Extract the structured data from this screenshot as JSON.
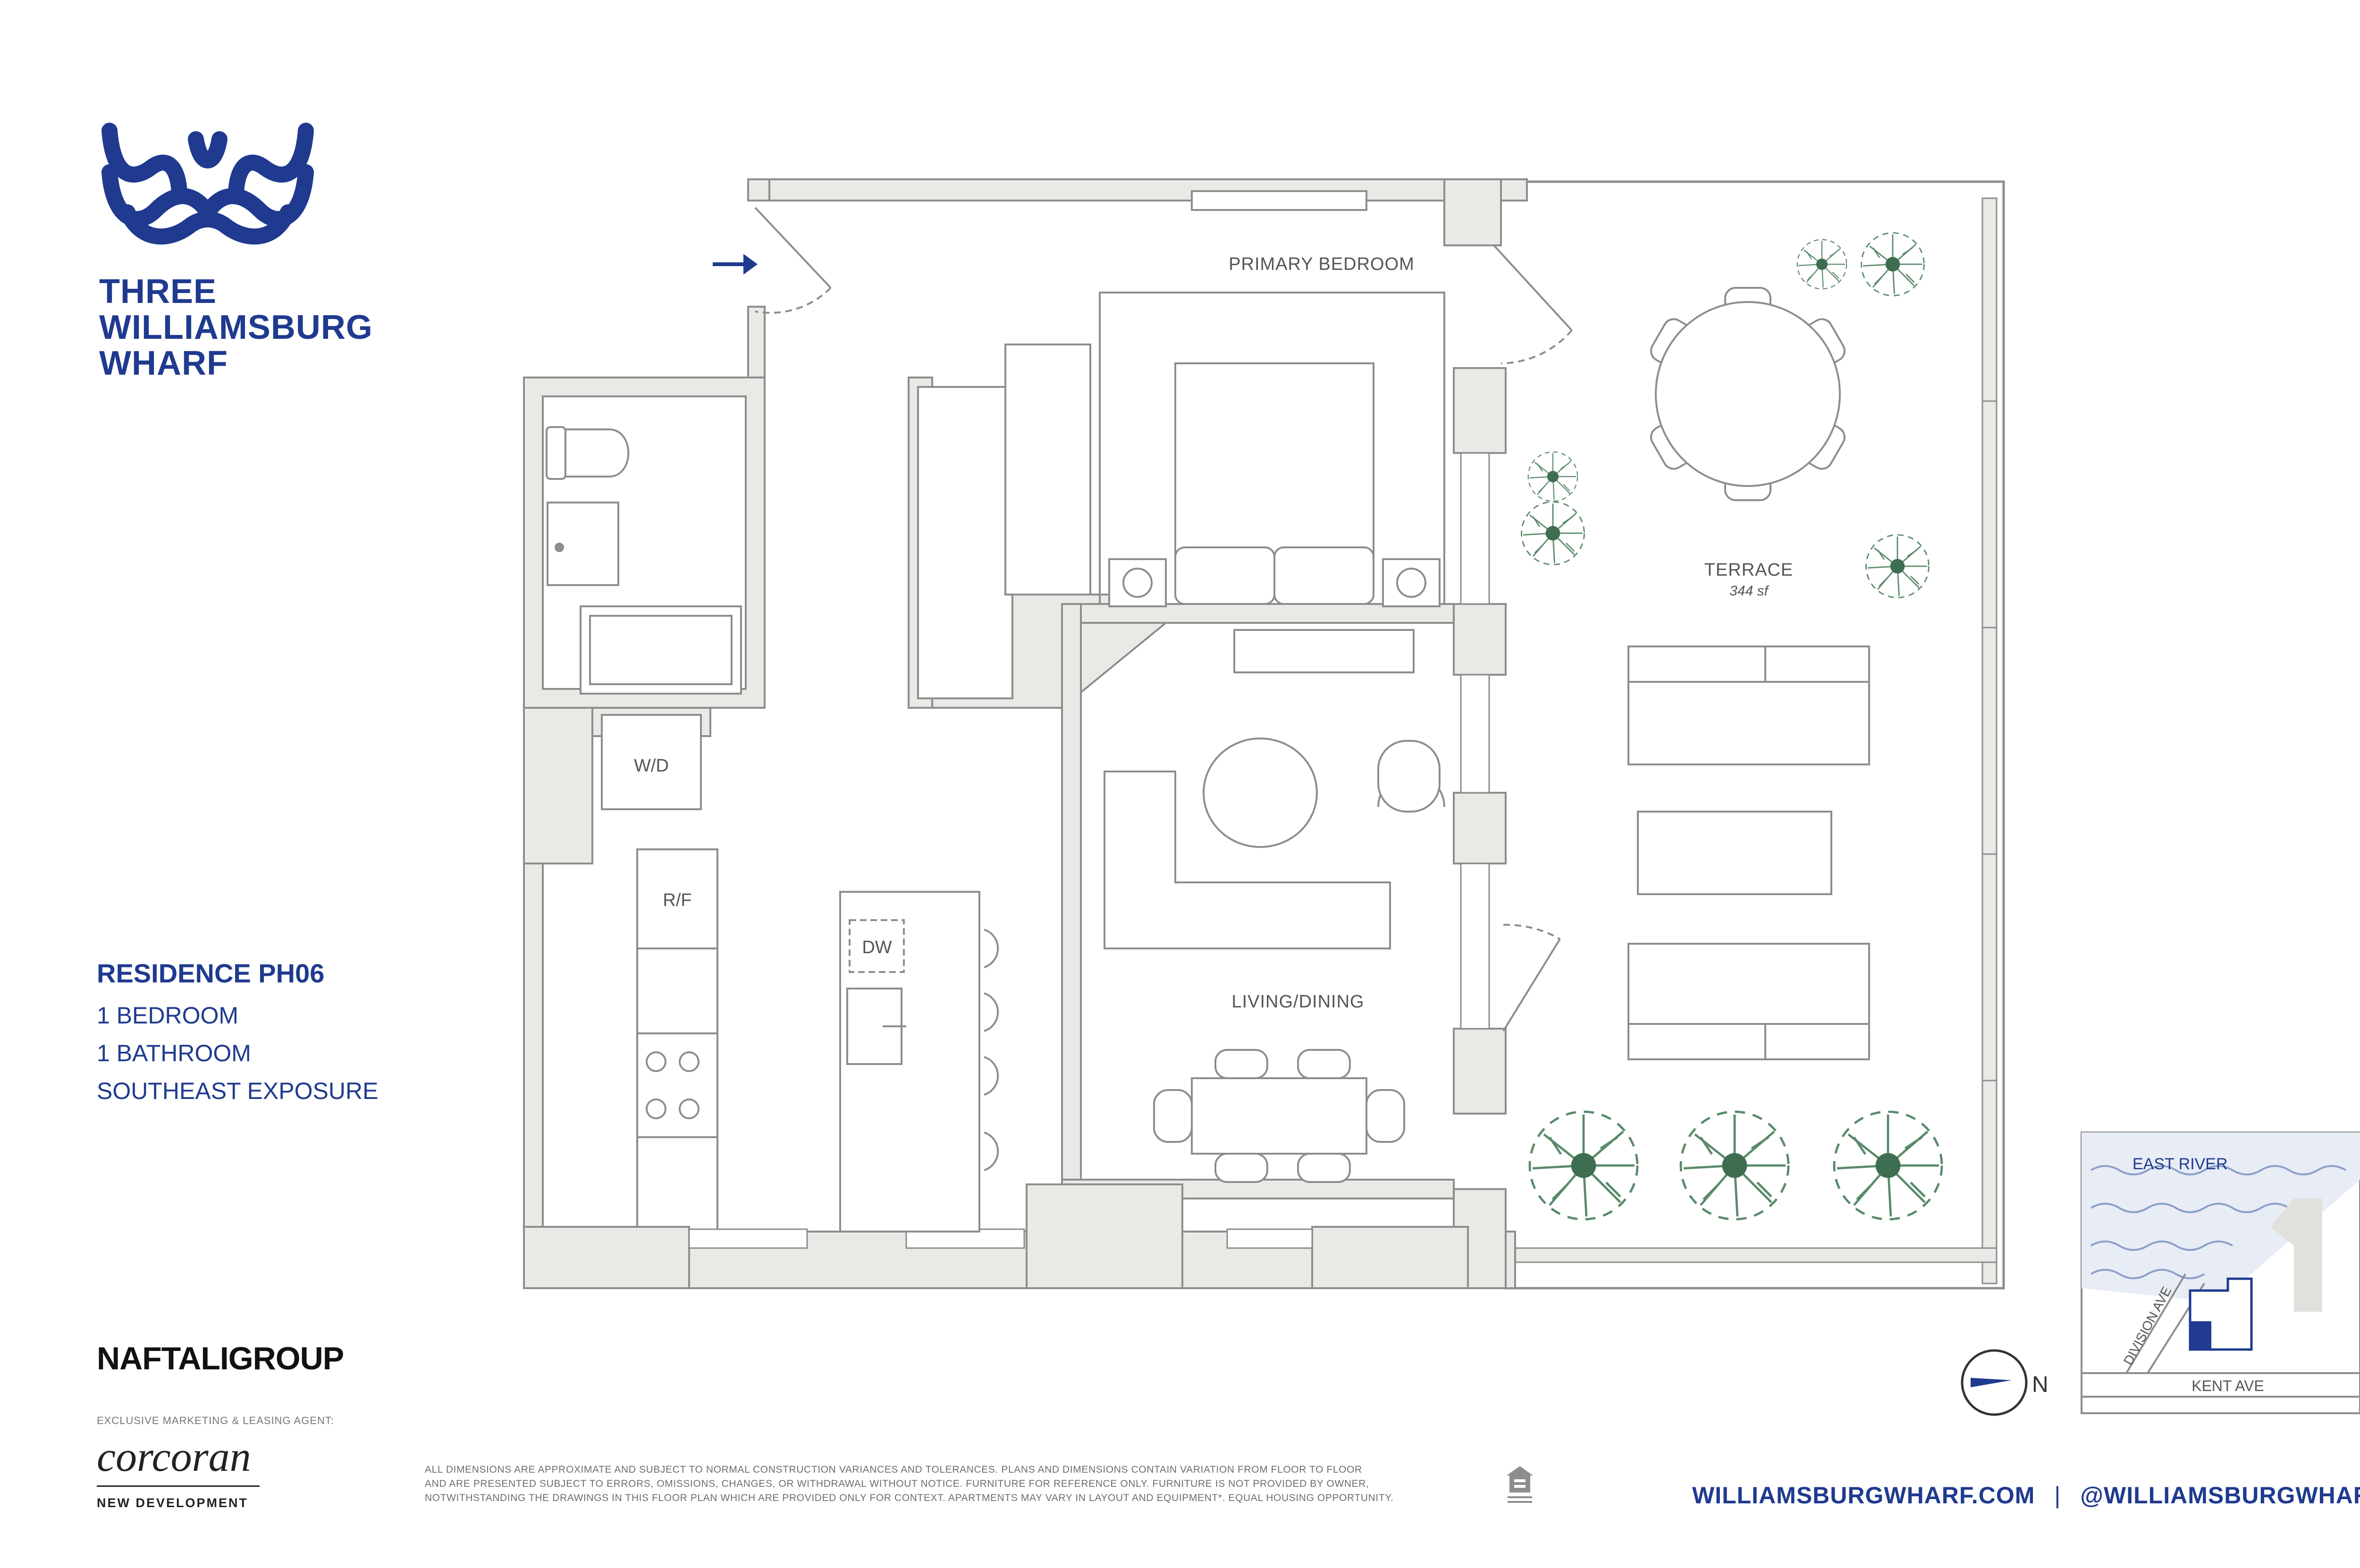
{
  "colors": {
    "brand_navy": "#1f3a8f",
    "wall_fill": "#ebe9e6",
    "line": "#8d8d8d",
    "tree_green": "#5a8a6a"
  },
  "brand": {
    "lines": [
      "THREE",
      "WILLIAMSBURG",
      "WHARF"
    ],
    "logo_icon": "wave-w-logo-icon"
  },
  "residence": {
    "title": "RESIDENCE PH06",
    "details": [
      "1 BEDROOM",
      "1 BATHROOM",
      "SOUTHEAST EXPOSURE"
    ]
  },
  "plan": {
    "rooms": {
      "primary_bedroom": "PRIMARY BEDROOM",
      "terrace": "TERRACE",
      "terrace_area": "344 sf",
      "living_dining": "LIVING/DINING",
      "washer_dryer": "W/D",
      "refrigerator": "R/F",
      "dishwasher": "DW"
    }
  },
  "compass": {
    "label": "N",
    "icon": "north-compass-icon"
  },
  "keymap": {
    "river": "EAST RIVER",
    "street_1": "DIVISION AVE",
    "street_2": "KENT AVE"
  },
  "developer": {
    "logo": "NAFTALIGROUP"
  },
  "agent": {
    "caption": "EXCLUSIVE MARKETING & LEASING AGENT:",
    "name": "corcoran",
    "division": "NEW DEVELOPMENT"
  },
  "disclaimer": {
    "lines": [
      "ALL DIMENSIONS ARE APPROXIMATE AND SUBJECT TO NORMAL CONSTRUCTION VARIANCES AND TOLERANCES. PLANS AND DIMENSIONS CONTAIN VARIATION FROM FLOOR TO FLOOR",
      "AND ARE PRESENTED SUBJECT TO ERRORS, OMISSIONS, CHANGES, OR WITHDRAWAL WITHOUT NOTICE. FURNITURE FOR REFERENCE ONLY. FURNITURE IS NOT PROVIDED BY OWNER,",
      "NOTWITHSTANDING THE DRAWINGS IN THIS FLOOR PLAN WHICH ARE PROVIDED ONLY FOR CONTEXT. APARTMENTS MAY VARY IN LAYOUT AND EQUIPMENT*. EQUAL HOUSING OPPORTUNITY."
    ],
    "icon": "equal-housing-icon"
  },
  "links": {
    "website": "WILLIAMSBURGWHARF.COM",
    "separator": "|",
    "social": "@WILLIAMSBURGWHARF"
  }
}
